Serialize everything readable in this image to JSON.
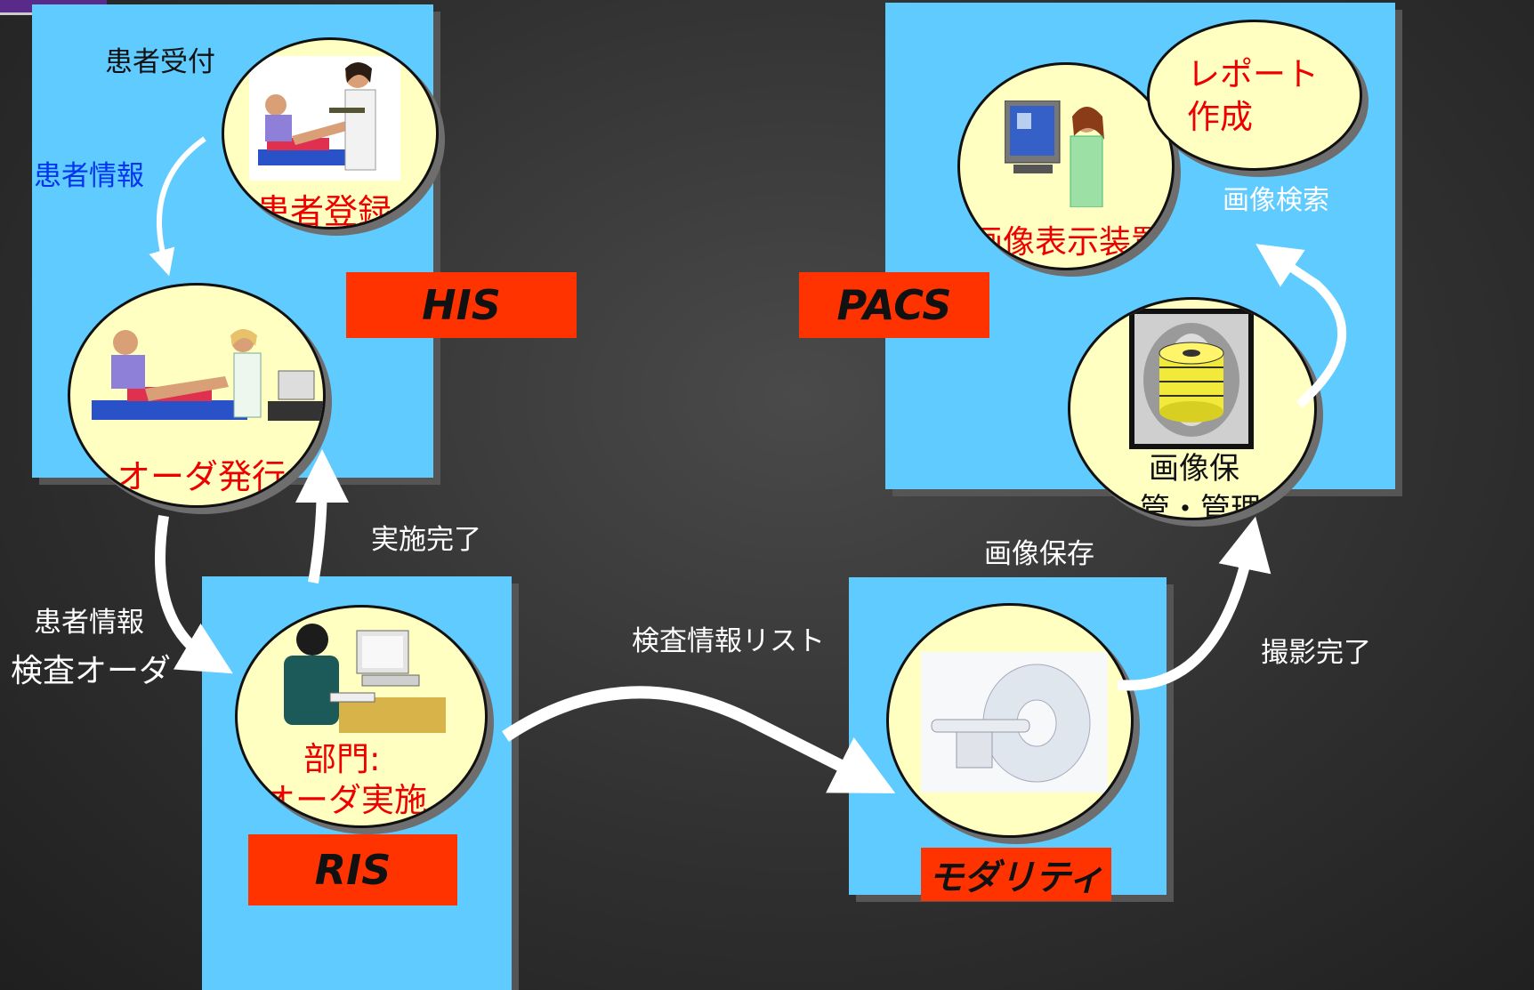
{
  "his": {
    "tag": "HIS",
    "reception_label": "患者受付",
    "patient_info_label": "患者情報",
    "registration_label": "患者登録",
    "order_label": "オーダ発行"
  },
  "ris": {
    "tag": "RIS",
    "dept_label_line1": "部門:",
    "dept_label_line2": "オーダ実施"
  },
  "pacs": {
    "tag": "PACS",
    "report_line1": "レポート",
    "report_line2": "作成",
    "viewer_label": "画像表示装置",
    "search_label": "画像検索",
    "storage_line1": "画像保",
    "storage_line2": "管・管理"
  },
  "modality": {
    "tag": "モダリティ"
  },
  "flows": {
    "done": "実施完了",
    "patient_info": "患者情報",
    "exam_order": "検査オーダ",
    "worklist": "検査情報リスト",
    "image_save": "画像保存",
    "capture_done": "撮影完了"
  },
  "colors": {
    "panel": "#5fcbff",
    "node": "#ffffc2",
    "tag": "#ff3300",
    "label_red": "#ee0000",
    "label_blue": "#0033ee"
  }
}
